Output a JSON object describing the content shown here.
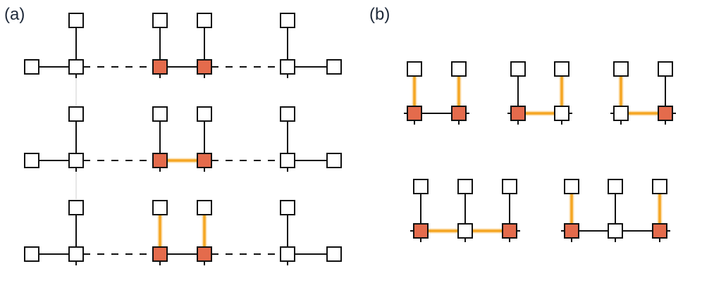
{
  "panels": {
    "a": {
      "label": "(a)"
    },
    "b": {
      "label": "(b)"
    }
  },
  "colors": {
    "filled_site": "#e46b4c",
    "empty_site": "#ffffff",
    "outline": "#111111",
    "bond": "#111111",
    "highlight": "#f5a623"
  },
  "panel_a_rows": [
    {
      "highlight": "none"
    },
    {
      "highlight": "horizontal"
    },
    {
      "highlight": "vertical"
    }
  ],
  "panel_b_configs": [
    {
      "sites": [
        "filled",
        "filled"
      ],
      "highlight": [
        "v0",
        "v1"
      ]
    },
    {
      "sites": [
        "filled",
        "empty"
      ],
      "highlight": [
        "h01",
        "v1"
      ]
    },
    {
      "sites": [
        "empty",
        "filled"
      ],
      "highlight": [
        "v0",
        "h01"
      ]
    },
    {
      "sites": [
        "filled",
        "empty",
        "filled"
      ],
      "highlight": [
        "h01",
        "h12"
      ]
    },
    {
      "sites": [
        "filled",
        "empty",
        "filled"
      ],
      "highlight": [
        "v0",
        "v2"
      ]
    }
  ]
}
